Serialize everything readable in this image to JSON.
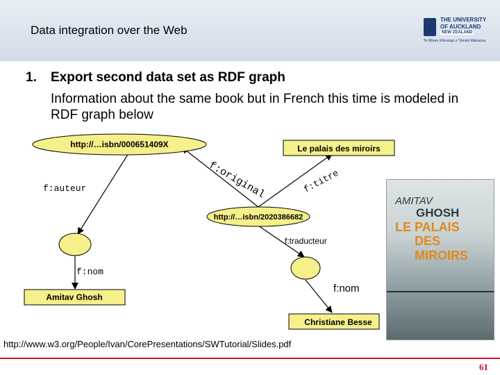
{
  "header": {
    "title": "Data integration over the Web",
    "logo": {
      "line1": "THE UNIVERSITY",
      "line2": "OF AUCKLAND",
      "line3": "NEW ZEALAND",
      "line4": "Te Whare Wānanga o Tāmaki Makaurau"
    }
  },
  "slide": {
    "bullet_number": "1.",
    "bullet_text": "Export second data set as RDF graph",
    "info_text": "Information about the same book but in French this time is modeled in RDF graph below"
  },
  "diagram": {
    "nodes": {
      "isbn1": "http://…isbn/000651409X",
      "title_literal": "Le palais des miroirs",
      "isbn2": "http://…isbn/2020386682",
      "author_literal": "Amitav Ghosh",
      "translator_literal": "Christiane Besse"
    },
    "edges": {
      "original": "f:original",
      "titre": "f:titre",
      "auteur": "f:auteur",
      "traducteur": "f:traducteur",
      "nom_author": "f:nom",
      "nom_translator": "f:nom"
    }
  },
  "book_cover": {
    "author_first": "AMITAV",
    "author_last": "GHOSH",
    "title_line1": "LE PALAIS",
    "title_line2": "DES MIROIRS"
  },
  "source": "http://www.w3.org/People/Ivan/CorePresentations/SWTutorial/Slides.pdf",
  "page_number": "61",
  "colors": {
    "node_fill": "#f5f08a",
    "accent_red": "#c8102e",
    "header_bg": "#dde4ee"
  }
}
